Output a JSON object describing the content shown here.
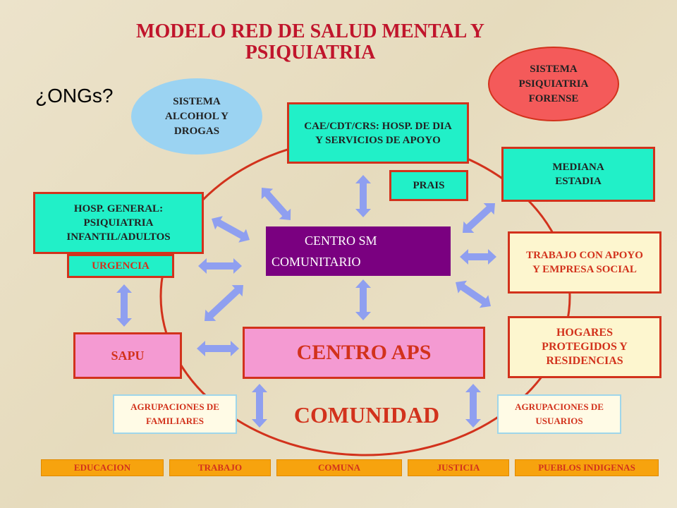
{
  "title": "MODELO RED DE SALUD MENTAL Y PSIQUIATRIA",
  "ongs": "¿ONGs?",
  "ellipses": {
    "alcohol": "SISTEMA ALCOHOL Y DROGAS",
    "forense": "SISTEMA PSIQUIATRIA FORENSE"
  },
  "boxes": {
    "cae": "CAE/CDT/CRS: HOSP. DE DIA Y SERVICIOS DE APOYO",
    "prais": "PRAIS",
    "mediana": "MEDIANA ESTADIA",
    "hosp_general": "HOSP. GENERAL: PSIQUIATRIA INFANTIL/ADULTOS",
    "urgencia": "URGENCIA",
    "trabajo_apoyo": "TRABAJO CON APOYO Y EMPRESA SOCIAL",
    "hogares": "HOGARES PROTEGIDOS Y RESIDENCIAS",
    "sapu": "SAPU",
    "centro_aps": "CENTRO APS",
    "agr_familiares": "AGRUPACIONES DE FAMILIARES",
    "agr_usuarios": "AGRUPACIONES DE USUARIOS"
  },
  "centro_sm": {
    "line1": "CENTRO SM",
    "line2": "COMUNITARIO"
  },
  "comunidad": "COMUNIDAD",
  "bottom": [
    "EDUCACION",
    "TRABAJO",
    "COMUNA",
    "JUSTICIA",
    "PUEBLOS INDIGENAS"
  ],
  "colors": {
    "title_red": "#c0152c",
    "border_red": "#d2321c",
    "teal": "#21f0c8",
    "purple": "#7a0080",
    "pink": "#f49ad2",
    "arrow": "#8f9ff0",
    "orange": "#f7a30e"
  }
}
